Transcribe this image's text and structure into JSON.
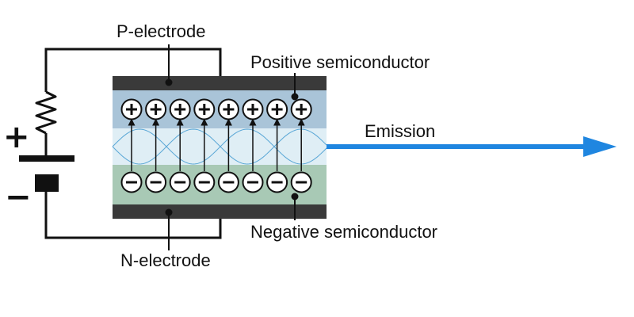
{
  "labels": {
    "p_electrode": "P-electrode",
    "n_electrode": "N-electrode",
    "positive_semiconductor": "Positive semiconductor",
    "negative_semiconductor": "Negative semiconductor",
    "emission": "Emission",
    "battery_plus": "+",
    "battery_minus": "−"
  },
  "colors": {
    "electrode": "#3a3a3a",
    "p_layer": "#a9c4d8",
    "junction": "#dfeef5",
    "n_layer": "#a8c9b5",
    "wire": "#111111",
    "emission_arrow": "#1f86e0",
    "wave": "#5aa7d6"
  },
  "holes_count": 8,
  "electrons_count": 8
}
